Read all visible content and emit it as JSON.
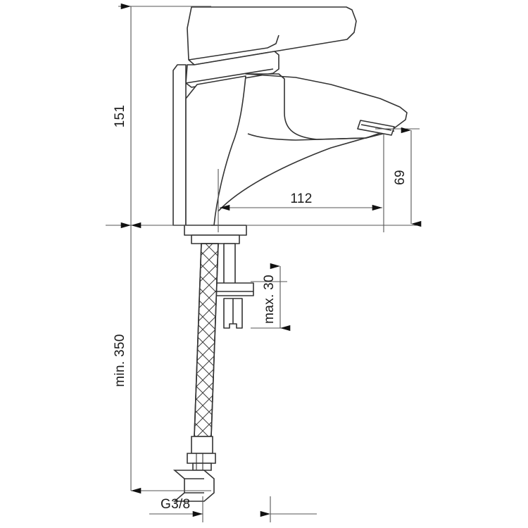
{
  "drawing": {
    "title": "Basin mixer tap technical dimension drawing",
    "units": "mm",
    "line_color": "#333333",
    "dim_line_color": "#555555",
    "text_color": "#1b1b1b",
    "background": "#ffffff"
  },
  "dimensions": {
    "height_above_surface": "151",
    "spout_outlet_height": "69",
    "spout_reach": "112",
    "max_mounting_thickness": "max. 30",
    "min_hose_length": "min. 350",
    "thread_size": "G3/8"
  },
  "parts": {
    "lever_handle": "lever-handle",
    "body": "faucet-body",
    "spout": "spout",
    "aerator": "aerator-outlet",
    "base": "mounting-base",
    "mounting_plate": "mounting-plate",
    "fixing_nut": "fixing-nut",
    "threaded_rod": "threaded-rod",
    "flexible_hose": "braided-flexible-hose",
    "hose_fitting": "hose-hex-nut-fitting"
  }
}
